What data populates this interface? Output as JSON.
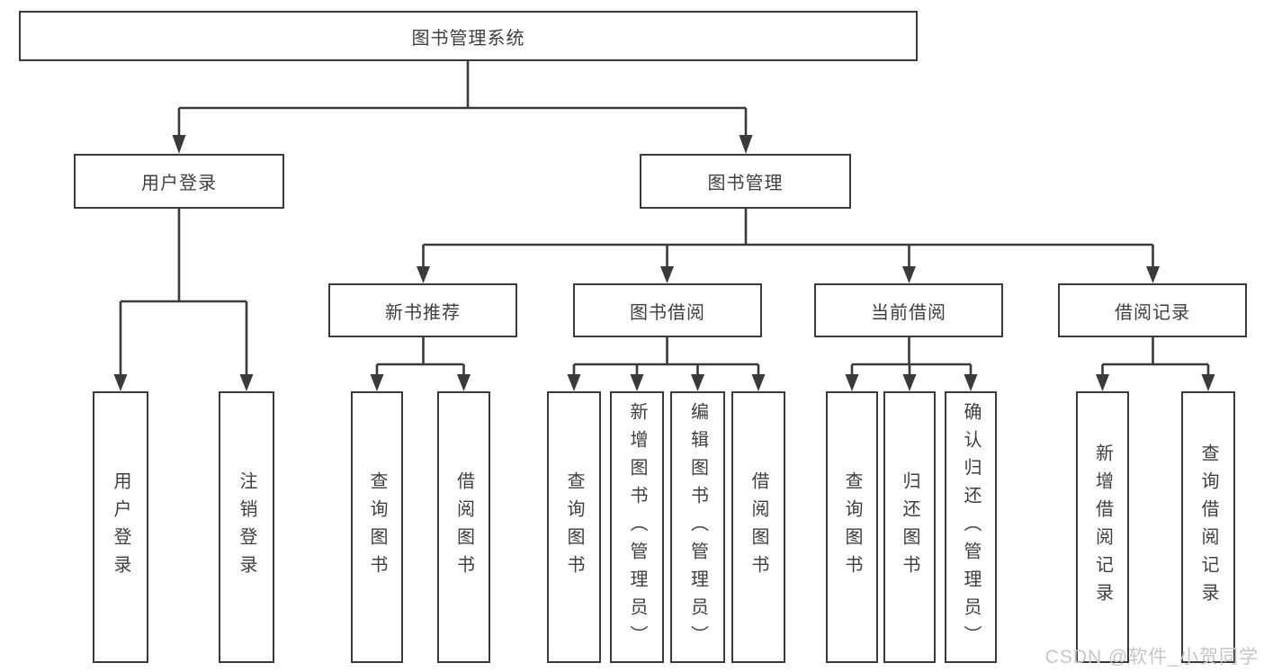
{
  "tree": {
    "root_label": "图书管理系统",
    "level2": [
      {
        "label": "用户登录"
      },
      {
        "label": "图书管理"
      }
    ],
    "level3": [
      {
        "label": "新书推荐"
      },
      {
        "label": "图书借阅"
      },
      {
        "label": "当前借阅"
      },
      {
        "label": "借阅记录"
      }
    ],
    "leaves_user_login": [
      {
        "label": "用户登录"
      },
      {
        "label": "注销登录"
      }
    ],
    "leaves_new_book": [
      {
        "label": "查询图书"
      },
      {
        "label": "借阅图书"
      }
    ],
    "leaves_book_borrow": [
      {
        "label": "查询图书"
      },
      {
        "label": "新增图书（管理员）"
      },
      {
        "label": "编辑图书（管理员）"
      },
      {
        "label": "借阅图书"
      }
    ],
    "leaves_current_borrow": [
      {
        "label": "查询图书"
      },
      {
        "label": "归还图书"
      },
      {
        "label": "确认归还（管理员）"
      }
    ],
    "leaves_borrow_records": [
      {
        "label": "新增借阅记录"
      },
      {
        "label": "查询借阅记录"
      }
    ],
    "hierarchy": {
      "图书管理系统": [
        "用户登录",
        "图书管理"
      ],
      "用户登录": [
        "用户登录",
        "注销登录"
      ],
      "图书管理": [
        "新书推荐",
        "图书借阅",
        "当前借阅",
        "借阅记录"
      ],
      "新书推荐": [
        "查询图书",
        "借阅图书"
      ],
      "图书借阅": [
        "查询图书",
        "新增图书（管理员）",
        "编辑图书（管理员）",
        "借阅图书"
      ],
      "当前借阅": [
        "查询图书",
        "归还图书",
        "确认归还（管理员）"
      ],
      "借阅记录": [
        "新增借阅记录",
        "查询借阅记录"
      ]
    }
  },
  "watermark": "CSDN @软件_小贺同学",
  "colors": {
    "line": "#3a3a3a",
    "box_border": "#3a3a3a",
    "text": "#3f3f3f",
    "watermark": "#c6c6c6",
    "background": "#ffffff"
  }
}
